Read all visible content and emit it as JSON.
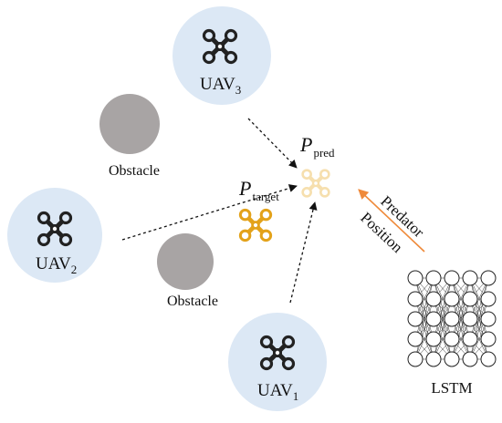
{
  "colors": {
    "uav_circle": "#dce8f5",
    "obstacle": "#a8a4a4",
    "target_drone": "#e3a21a",
    "pred_drone": "#f6dfae",
    "arrow_dashed": "#111111",
    "arrow_orange": "#ef8a3a",
    "drone_dark": "#222222"
  },
  "uavs": [
    {
      "name": "UAV",
      "sub": "3",
      "icon": "quadcopter-icon"
    },
    {
      "name": "UAV",
      "sub": "2",
      "icon": "quadcopter-icon"
    },
    {
      "name": "UAV",
      "sub": "1",
      "icon": "quadcopter-icon"
    }
  ],
  "obstacles": [
    {
      "label": "Obstacle"
    },
    {
      "label": "Obstacle"
    }
  ],
  "p_pred": {
    "main": "P",
    "sub": "pred"
  },
  "p_target": {
    "main": "P",
    "sub": "target"
  },
  "predator_label": "Predator",
  "position_label": "Position",
  "lstm_label": "LSTM",
  "lstm_layers": [
    5,
    5,
    5,
    5,
    5
  ],
  "icons": {
    "neural_network": "neural-network-icon"
  }
}
